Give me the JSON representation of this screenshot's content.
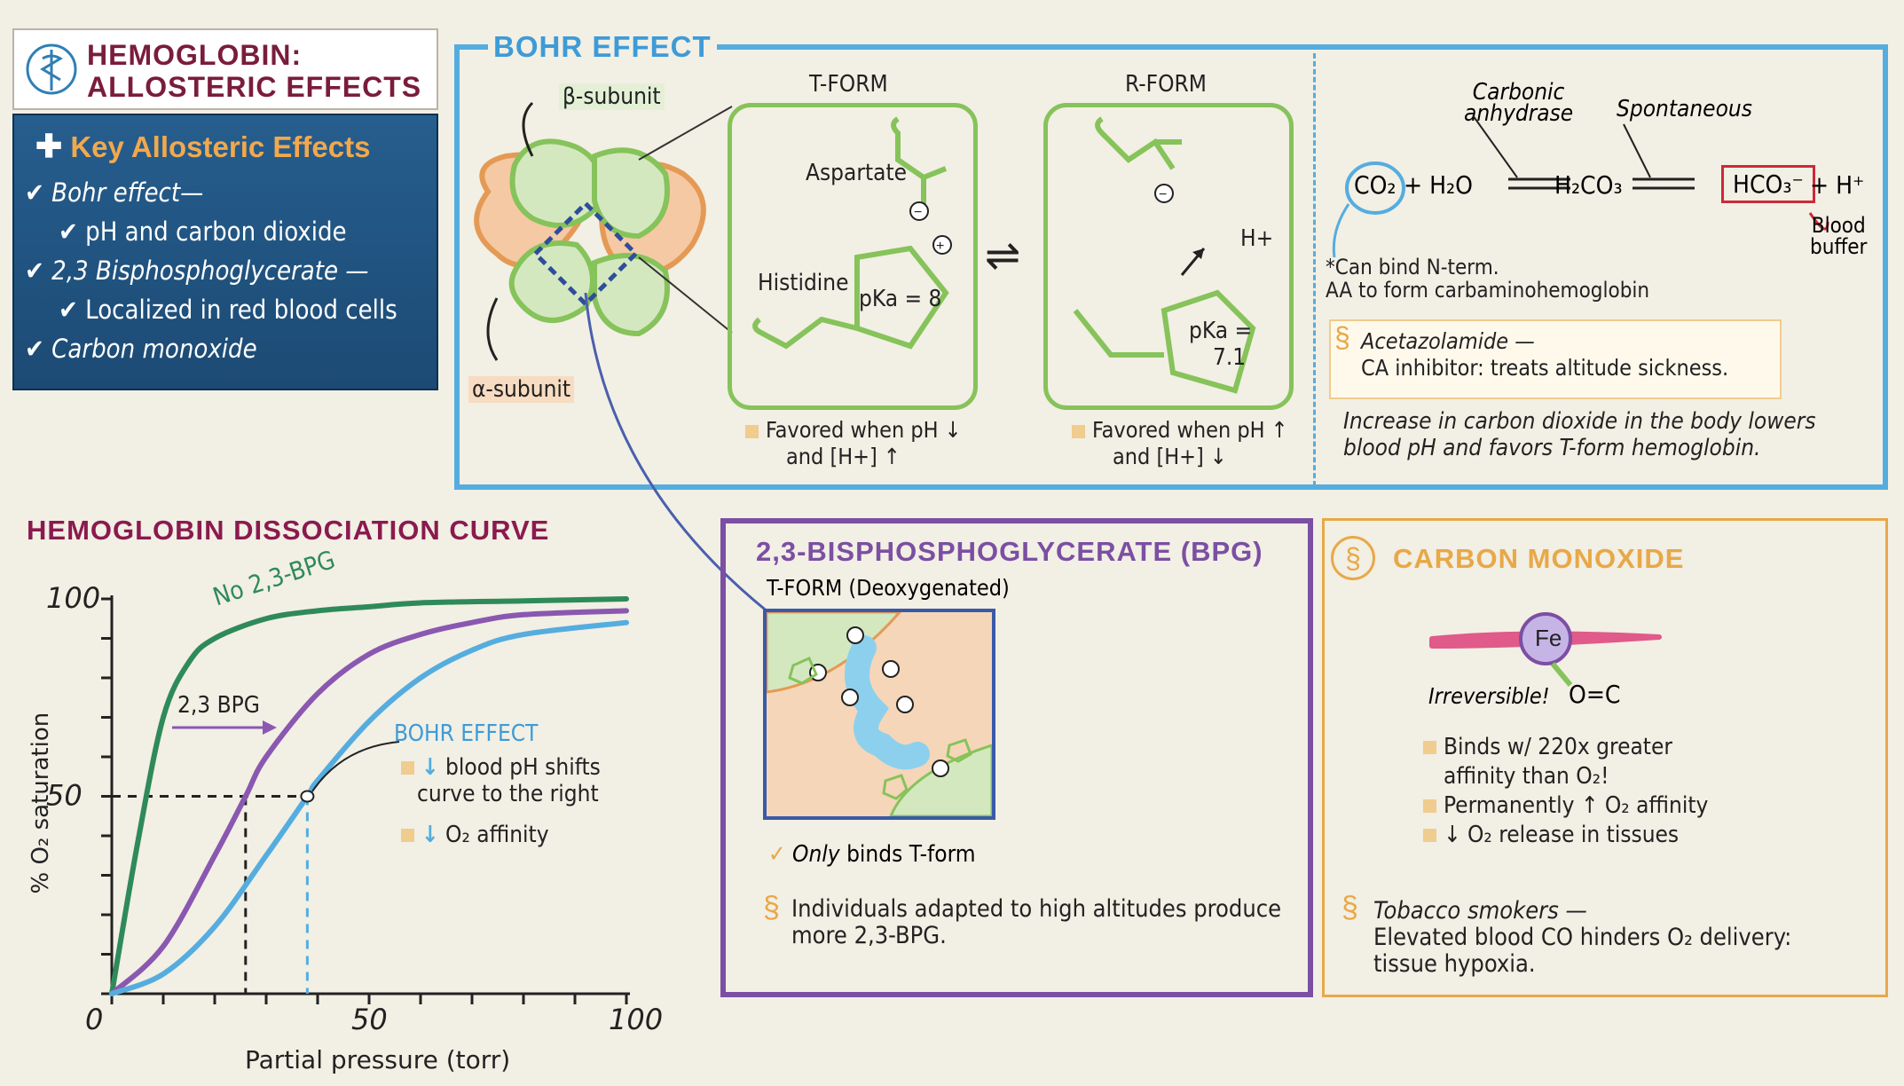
{
  "header": {
    "title_line1": "HEMOGLOBIN:",
    "title_line2": "ALLOSTERIC EFFECTS"
  },
  "key_effects": {
    "title": "Key Allosteric Effects",
    "items": [
      {
        "text": "Bohr effect—",
        "level": 1
      },
      {
        "text": "pH and carbon dioxide",
        "level": 2
      },
      {
        "text": "2,3 Bisphosphoglycerate —",
        "level": 1
      },
      {
        "text": "Localized in red blood cells",
        "level": 2
      },
      {
        "text": "Carbon monoxide",
        "level": 1
      }
    ]
  },
  "bohr": {
    "title": "BOHR EFFECT",
    "beta_label": "β-subunit",
    "alpha_label": "α-subunit",
    "tform_title": "T-FORM",
    "rform_title": "R-FORM",
    "aspartate": "Aspartate",
    "histidine": "Histidine",
    "pka_t": "pKa = 8",
    "pka_r_line1": "pKa =",
    "pka_r_line2": "7.1",
    "hplus": "H+",
    "tform_favor_line1": "Favored when pH ↓",
    "tform_favor_line2": "and [H+] ↑",
    "rform_favor_line1": "Favored when pH ↑",
    "rform_favor_line2": "and [H+] ↓",
    "equilibrium": "⇌",
    "carbonic_line1": "Carbonic",
    "carbonic_line2": "anhydrase",
    "spontaneous": "Spontaneous",
    "co2": "CO₂",
    "plus_h2o": "+ H₂O",
    "h2co3": "H₂CO₃",
    "hco3": "HCO₃⁻",
    "plus_h": "+ H⁺",
    "blood_buffer_line1": "Blood",
    "blood_buffer_line2": "buffer",
    "nterm_line1": "*Can bind N-term.",
    "nterm_line2": "AA to form  carbaminohemoglobin",
    "acetazolamide_line1": "Acetazolamide —",
    "acetazolamide_line2": "CA inhibitor: treats  altitude sickness.",
    "summary_line1": "Increase in carbon dioxide in the body lowers",
    "summary_line2": "blood pH and favors T-form hemoglobin."
  },
  "dissociation": {
    "title": "HEMOGLOBIN DISSOCIATION CURVE",
    "no_bpg_label": "No 2,3-BPG",
    "bpg_label": "2,3 BPG",
    "bohr_label": "BOHR EFFECT",
    "bohr_note1_line1": "blood pH shifts",
    "bohr_note1_line2": "curve to the right",
    "bohr_note2": "O₂ affinity",
    "down_arrow": "↓"
  },
  "chart_data": {
    "type": "line",
    "xlabel": "Partial pressure (torr)",
    "ylabel": "% O₂ saturation",
    "xlim": [
      0,
      100
    ],
    "ylim": [
      0,
      100
    ],
    "x_ticks": [
      "0",
      "50",
      "100"
    ],
    "y_ticks": [
      "0",
      "50",
      "100"
    ],
    "grid": false,
    "series": [
      {
        "name": "No 2,3-BPG",
        "color": "#2f8a5a",
        "x": [
          0,
          5,
          10,
          15,
          20,
          30,
          40,
          50,
          60,
          80,
          100
        ],
        "y": [
          0,
          38,
          70,
          84,
          90,
          95,
          97,
          98,
          99,
          99.5,
          100
        ]
      },
      {
        "name": "2,3 BPG",
        "color": "#8a58b0",
        "x": [
          0,
          10,
          20,
          26,
          30,
          40,
          50,
          60,
          70,
          80,
          100
        ],
        "y": [
          0,
          12,
          35,
          50,
          60,
          76,
          86,
          91,
          94,
          96,
          97
        ]
      },
      {
        "name": "BOHR EFFECT",
        "color": "#55addf",
        "x": [
          0,
          10,
          20,
          30,
          38,
          40,
          50,
          60,
          70,
          80,
          100
        ],
        "y": [
          0,
          5,
          17,
          35,
          50,
          54,
          69,
          80,
          87,
          91,
          94
        ]
      }
    ],
    "p50_markers": [
      26,
      38
    ]
  },
  "bpg": {
    "title": "2,3-BISPHOSPHOGLYCERATE (BPG)",
    "subtitle": "T-FORM (Deoxygenated)",
    "only_italic": "Only",
    "only_rest": "binds T-form",
    "altitude_line1": "Individuals adapted to high altitudes produce",
    "altitude_line2": "more 2,3-BPG."
  },
  "co": {
    "title": "CARBON MONOXIDE",
    "fe": "Fe",
    "irreversible": "Irreversible!",
    "oc": "O=C",
    "bullet1_line1": "Binds w/ 220x greater",
    "bullet1_line2": "affinity than O₂!",
    "bullet2": "Permanently ↑ O₂ affinity",
    "bullet3": "↓ O₂ release in tissues",
    "smokers_line1": "Tobacco smokers —",
    "smokers_line2": "Elevated blood CO hinders O₂ delivery:",
    "smokers_line3": "tissue hypoxia."
  },
  "colors": {
    "maroon": "#7a1c3c",
    "bohr_blue": "#55addf",
    "bpg_purple": "#7b4fa3",
    "co_orange": "#e8a848",
    "green": "#86c35a"
  }
}
